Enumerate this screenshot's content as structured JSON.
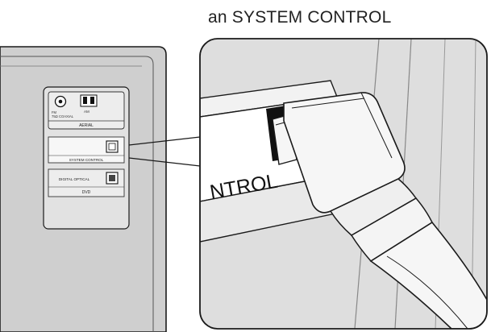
{
  "title": "an SYSTEM CONTROL",
  "panel": {
    "aerial_small_label": "FM\n75Ω COAXIAL",
    "aerial_am_label": "AM",
    "aerial_section_label": "AERIAL",
    "system_control_label": "SYSTEM CONTROL",
    "digital_optical_label": "DIGITAL OPTICAL",
    "dvd_label": "DVD"
  },
  "zoom": {
    "port_label_fragment": "NTROL"
  },
  "colors": {
    "line": "#1a1a1a",
    "panel_fill": "#d9d9d9",
    "panel_face": "#e6e6e6",
    "cable_fill": "#f4f4f4",
    "zoom_background": "#dcdcdc"
  }
}
